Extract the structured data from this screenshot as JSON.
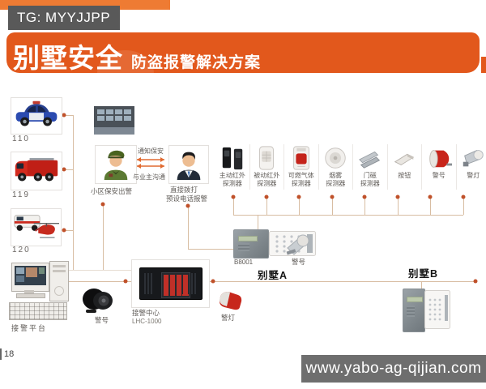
{
  "overlays": {
    "tg_badge": "TG: MYYJJPP",
    "site_badge": "www.yabo-ag-qijian.com",
    "page_number": "18"
  },
  "header": {
    "title": "别墅安全",
    "subtitle": "防盗报警解决方案"
  },
  "dispatch": [
    {
      "code": "110",
      "icon": "police-car"
    },
    {
      "code": "119",
      "icon": "fire-truck"
    },
    {
      "code": "120",
      "icon": "ambulance-helicopter"
    }
  ],
  "flow": {
    "guard_label": "小区保安出警",
    "notify_label": "通知保安",
    "communicate_label": "与业主沟通",
    "dial_line1": "直接拨打",
    "dial_line2": "预设电话报警"
  },
  "detectors": [
    {
      "line1": "主动红外",
      "line2": "探测器",
      "icon": "active-infrared-detector"
    },
    {
      "line1": "被动红外",
      "line2": "探测器",
      "icon": "passive-infrared-detector"
    },
    {
      "line1": "可燃气体",
      "line2": "探测器",
      "icon": "gas-detector"
    },
    {
      "line1": "烟雾",
      "line2": "探测器",
      "icon": "smoke-detector"
    },
    {
      "line1": "门磁",
      "line2": "探测器",
      "icon": "door-magnet"
    },
    {
      "line1": "按钮",
      "line2": "",
      "icon": "emergency-button"
    },
    {
      "line1": "警号",
      "line2": "",
      "icon": "siren"
    },
    {
      "line1": "警灯",
      "line2": "",
      "icon": "alarm-light"
    }
  ],
  "villa_a": {
    "label": "别墅A",
    "panel_model": "B8001",
    "siren_label": "警号"
  },
  "villa_b": {
    "label": "别墅B"
  },
  "alarm_center": {
    "label": "接警中心",
    "model": "LHC-1000",
    "light_label": "警灯"
  },
  "platform": {
    "label": "接警平台",
    "siren_label": "警号"
  },
  "colors": {
    "banner_orange": "#e2581c",
    "top_strip_orange": "#ee7b33",
    "badge_gray": "#595959",
    "site_gray": "#6e6e6e",
    "connector_line": "#d8bda2",
    "connector_dot": "#c0512a"
  }
}
